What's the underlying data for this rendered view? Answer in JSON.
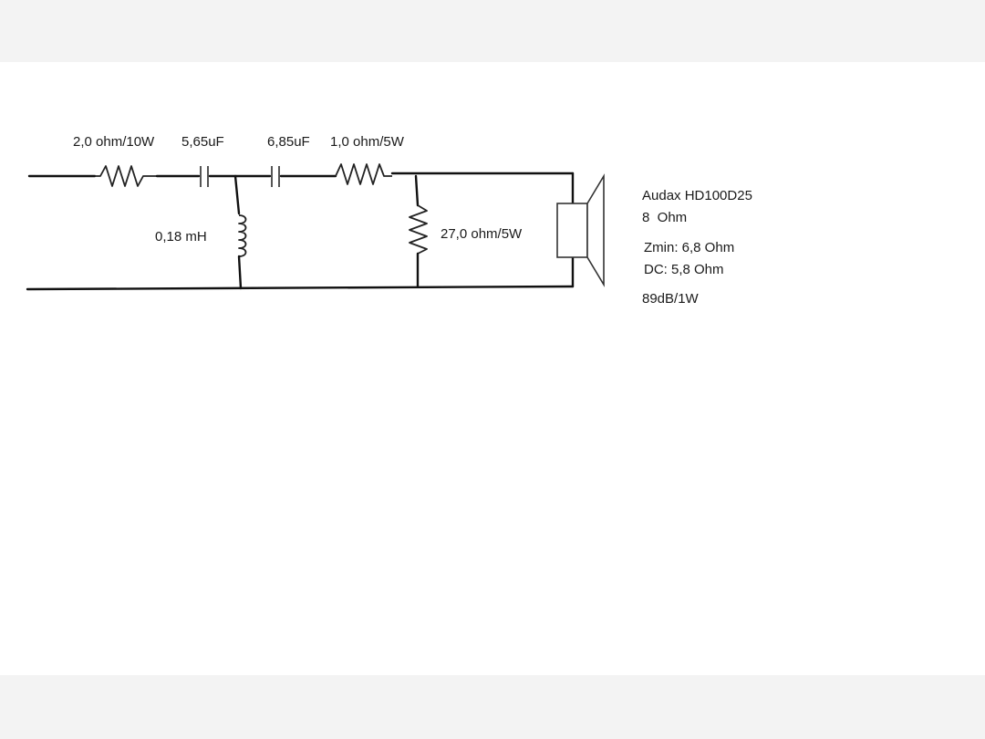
{
  "components": {
    "r1": "2,0 ohm/10W",
    "c1": "5,65uF",
    "c2": "6,85uF",
    "r2": "1,0 ohm/5W",
    "l1": "0,18 mH",
    "r3": "27,0 ohm/5W"
  },
  "driver": {
    "model": "Audax HD100D25",
    "impedance": "8  Ohm",
    "zmin": "Zmin: 6,8 Ohm",
    "dc": "DC: 5,8 Ohm",
    "sensitivity": "89dB/1W"
  }
}
